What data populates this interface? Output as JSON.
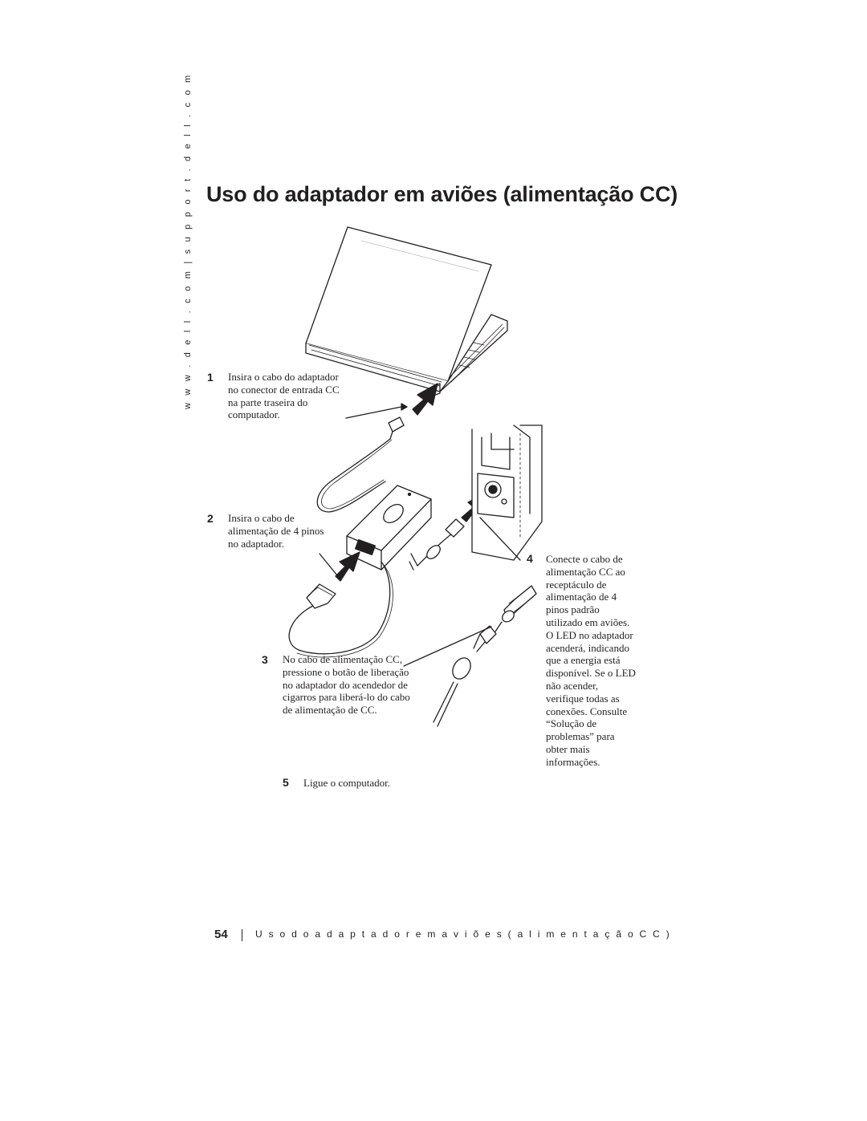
{
  "sidebar": {
    "url": "w w w . d e l l . c o m   |   s u p p o r t . d e l l . c o m"
  },
  "page": {
    "title": "Uso do adaptador em aviões (alimentação CC)"
  },
  "steps": [
    {
      "number": "1",
      "text": "Insira o cabo do adaptador no conector de entrada CC na parte traseira do computador."
    },
    {
      "number": "2",
      "text": "Insira o cabo de alimentação de 4 pinos no adaptador."
    },
    {
      "number": "3",
      "text": "No cabo de alimentação CC, pressione o botão de liberação no adaptador do acendedor de cigarros para liberá-lo do cabo de alimentação de CC."
    },
    {
      "number": "4",
      "text": "Conecte o cabo de alimentação CC ao receptáculo de alimentação de 4 pinos padrão utilizado em aviões.",
      "text2": "O LED no adaptador acenderá, indicando que a energia está disponível. Se o LED não acender, verifique todas as conexões. Consulte “Solução de problemas” para obter mais informações."
    },
    {
      "number": "5",
      "text": "Ligue o computador."
    }
  ],
  "footer": {
    "page_number": "54",
    "section_title": "U s o  d o  a d a p t a d o r  e m  a v i õ e s  ( a l i m e n t a ç ã o  C C )"
  }
}
